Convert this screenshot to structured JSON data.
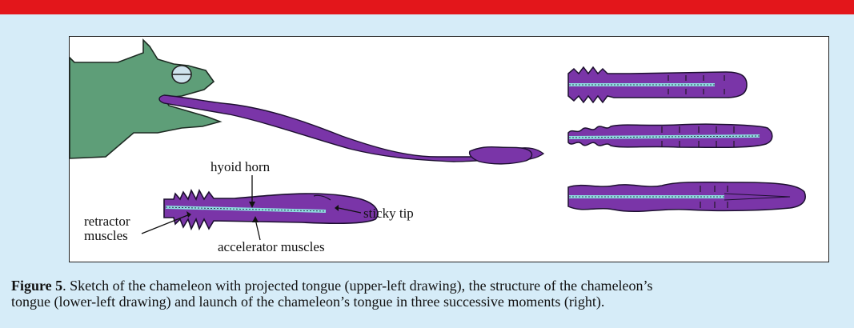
{
  "colors": {
    "top_bar": "#e3161b",
    "background": "#d6ecf8",
    "chameleon": "#5e9e78",
    "tongue": "#7a35a8",
    "hyoid": "#8fdbe0"
  },
  "labels": {
    "hyoid_horn": "hyoid horn",
    "sticky_tip": "sticky tip",
    "retractor_1": "retractor",
    "retractor_2": "muscles",
    "accelerator": "accelerator muscles"
  },
  "caption": {
    "figure_number": "Figure 5",
    "line1": ". Sketch of the chameleon with projected tongue (upper-left drawing), the structure of the chameleon’s",
    "line2": "tongue (lower-left drawing) and launch of the chameleon’s tongue in three successive moments (right)."
  }
}
